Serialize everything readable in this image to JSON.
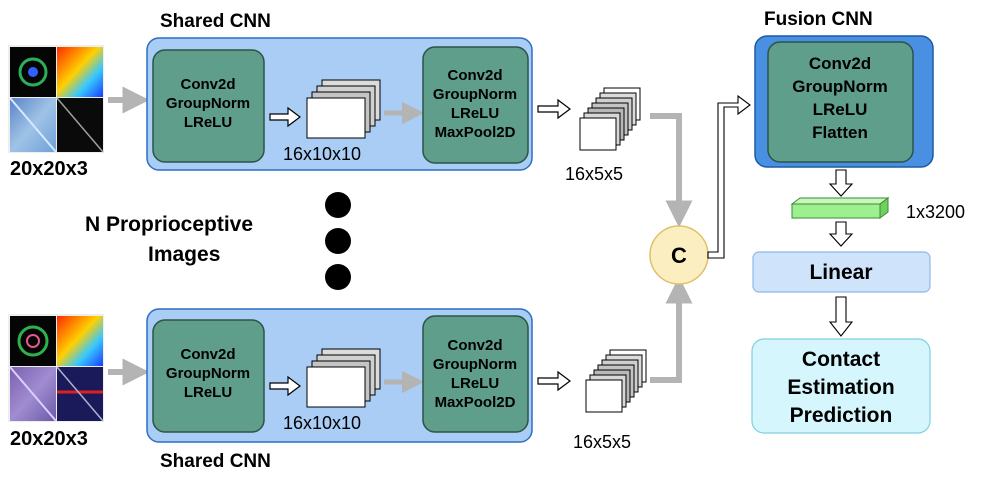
{
  "top_branch": {
    "title": "Shared CNN",
    "input_label": "20x20x3",
    "block1": [
      "Conv2d",
      "GroupNorm",
      "LReLU"
    ],
    "feature1_label": "16x10x10",
    "block2": [
      "Conv2d",
      "GroupNorm",
      "LReLU",
      "MaxPool2D"
    ],
    "feature2_label": "16x5x5"
  },
  "bottom_branch": {
    "title": "Shared CNN",
    "input_label": "20x20x3",
    "block1": [
      "Conv2d",
      "GroupNorm",
      "LReLU"
    ],
    "feature1_label": "16x10x10",
    "block2": [
      "Conv2d",
      "GroupNorm",
      "LReLU",
      "MaxPool2D"
    ],
    "feature2_label": "16x5x5"
  },
  "middle": {
    "line1": "N Proprioceptive",
    "line2": "Images"
  },
  "concat": {
    "symbol": "C"
  },
  "fusion": {
    "title": "Fusion CNN",
    "block": [
      "Conv2d",
      "GroupNorm",
      "LReLU",
      "Flatten"
    ],
    "flat_label": "1x3200"
  },
  "linear": {
    "label": "Linear"
  },
  "output": {
    "lines": [
      "Contact",
      "Estimation",
      "Prediction"
    ]
  },
  "colors": {
    "branch_fill": "#a9cdf5",
    "branch_stroke": "#2d6fc0",
    "block_fill": "#5e9e8a",
    "fusion_outer": "#4a90e2",
    "concat_fill": "#fbefc2",
    "concat_stroke": "#e0c068",
    "linear_fill": "#cfe4fa",
    "output_fill": "#d4f6fc",
    "flat_fill": "#9ef08e",
    "gray_arrow": "#b4b4b4"
  }
}
